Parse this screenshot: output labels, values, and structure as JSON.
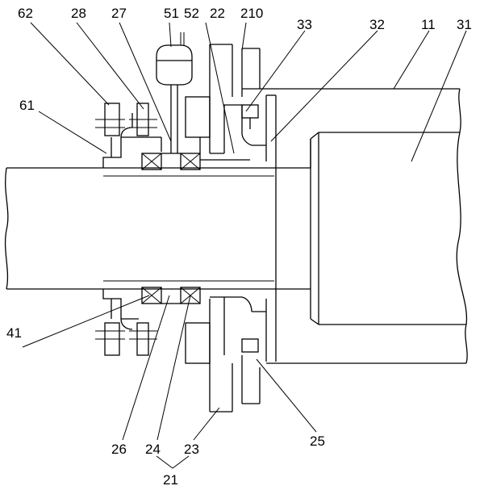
{
  "labels": {
    "l62": "62",
    "l28": "28",
    "l27": "27",
    "l51": "51",
    "l52": "52",
    "l22": "22",
    "l210": "210",
    "l33": "33",
    "l32": "32",
    "l11": "11",
    "l31": "31",
    "l61": "61",
    "l41": "41",
    "l26": "26",
    "l24": "24",
    "l23": "23",
    "l25": "25",
    "l21": "21"
  }
}
